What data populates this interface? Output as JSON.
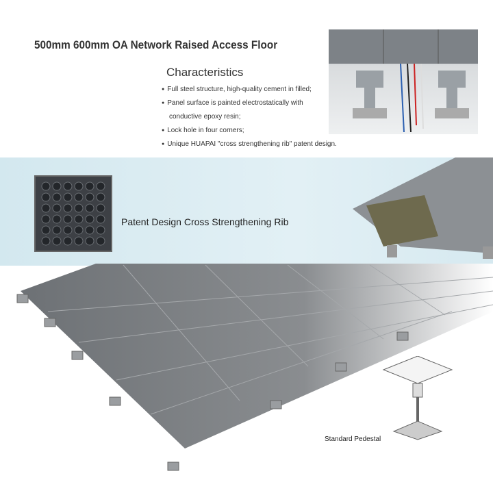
{
  "title": "500mm 600mm OA Network Raised Access Floor",
  "characteristics": {
    "heading": "Characteristics",
    "items": [
      "Full steel structure, high-quality cement in filled;",
      "Panel surface is painted electrostatically with",
      "conductive epoxy resin;",
      "Lock hole in four corners;",
      "Unique HUAPAI \"cross strengthening rib\" patent design."
    ]
  },
  "band": {
    "caption": "Patent Design Cross Strengthening Rib"
  },
  "pedestal": {
    "caption": "Standard Pedestal"
  }
}
